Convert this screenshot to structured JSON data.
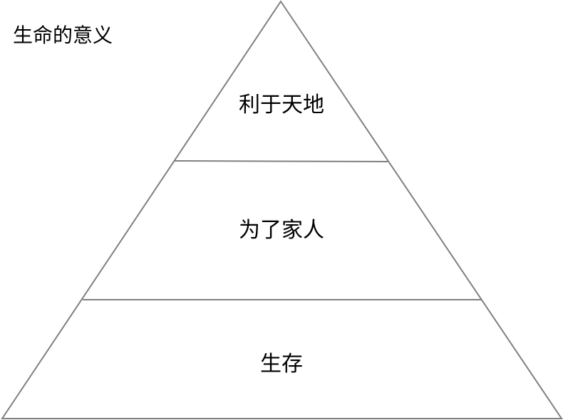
{
  "diagram": {
    "title": "生命的意义",
    "tiers": {
      "top": "利于天地",
      "middle": "为了家人",
      "bottom": "生存"
    },
    "stroke_color": "#808080"
  }
}
